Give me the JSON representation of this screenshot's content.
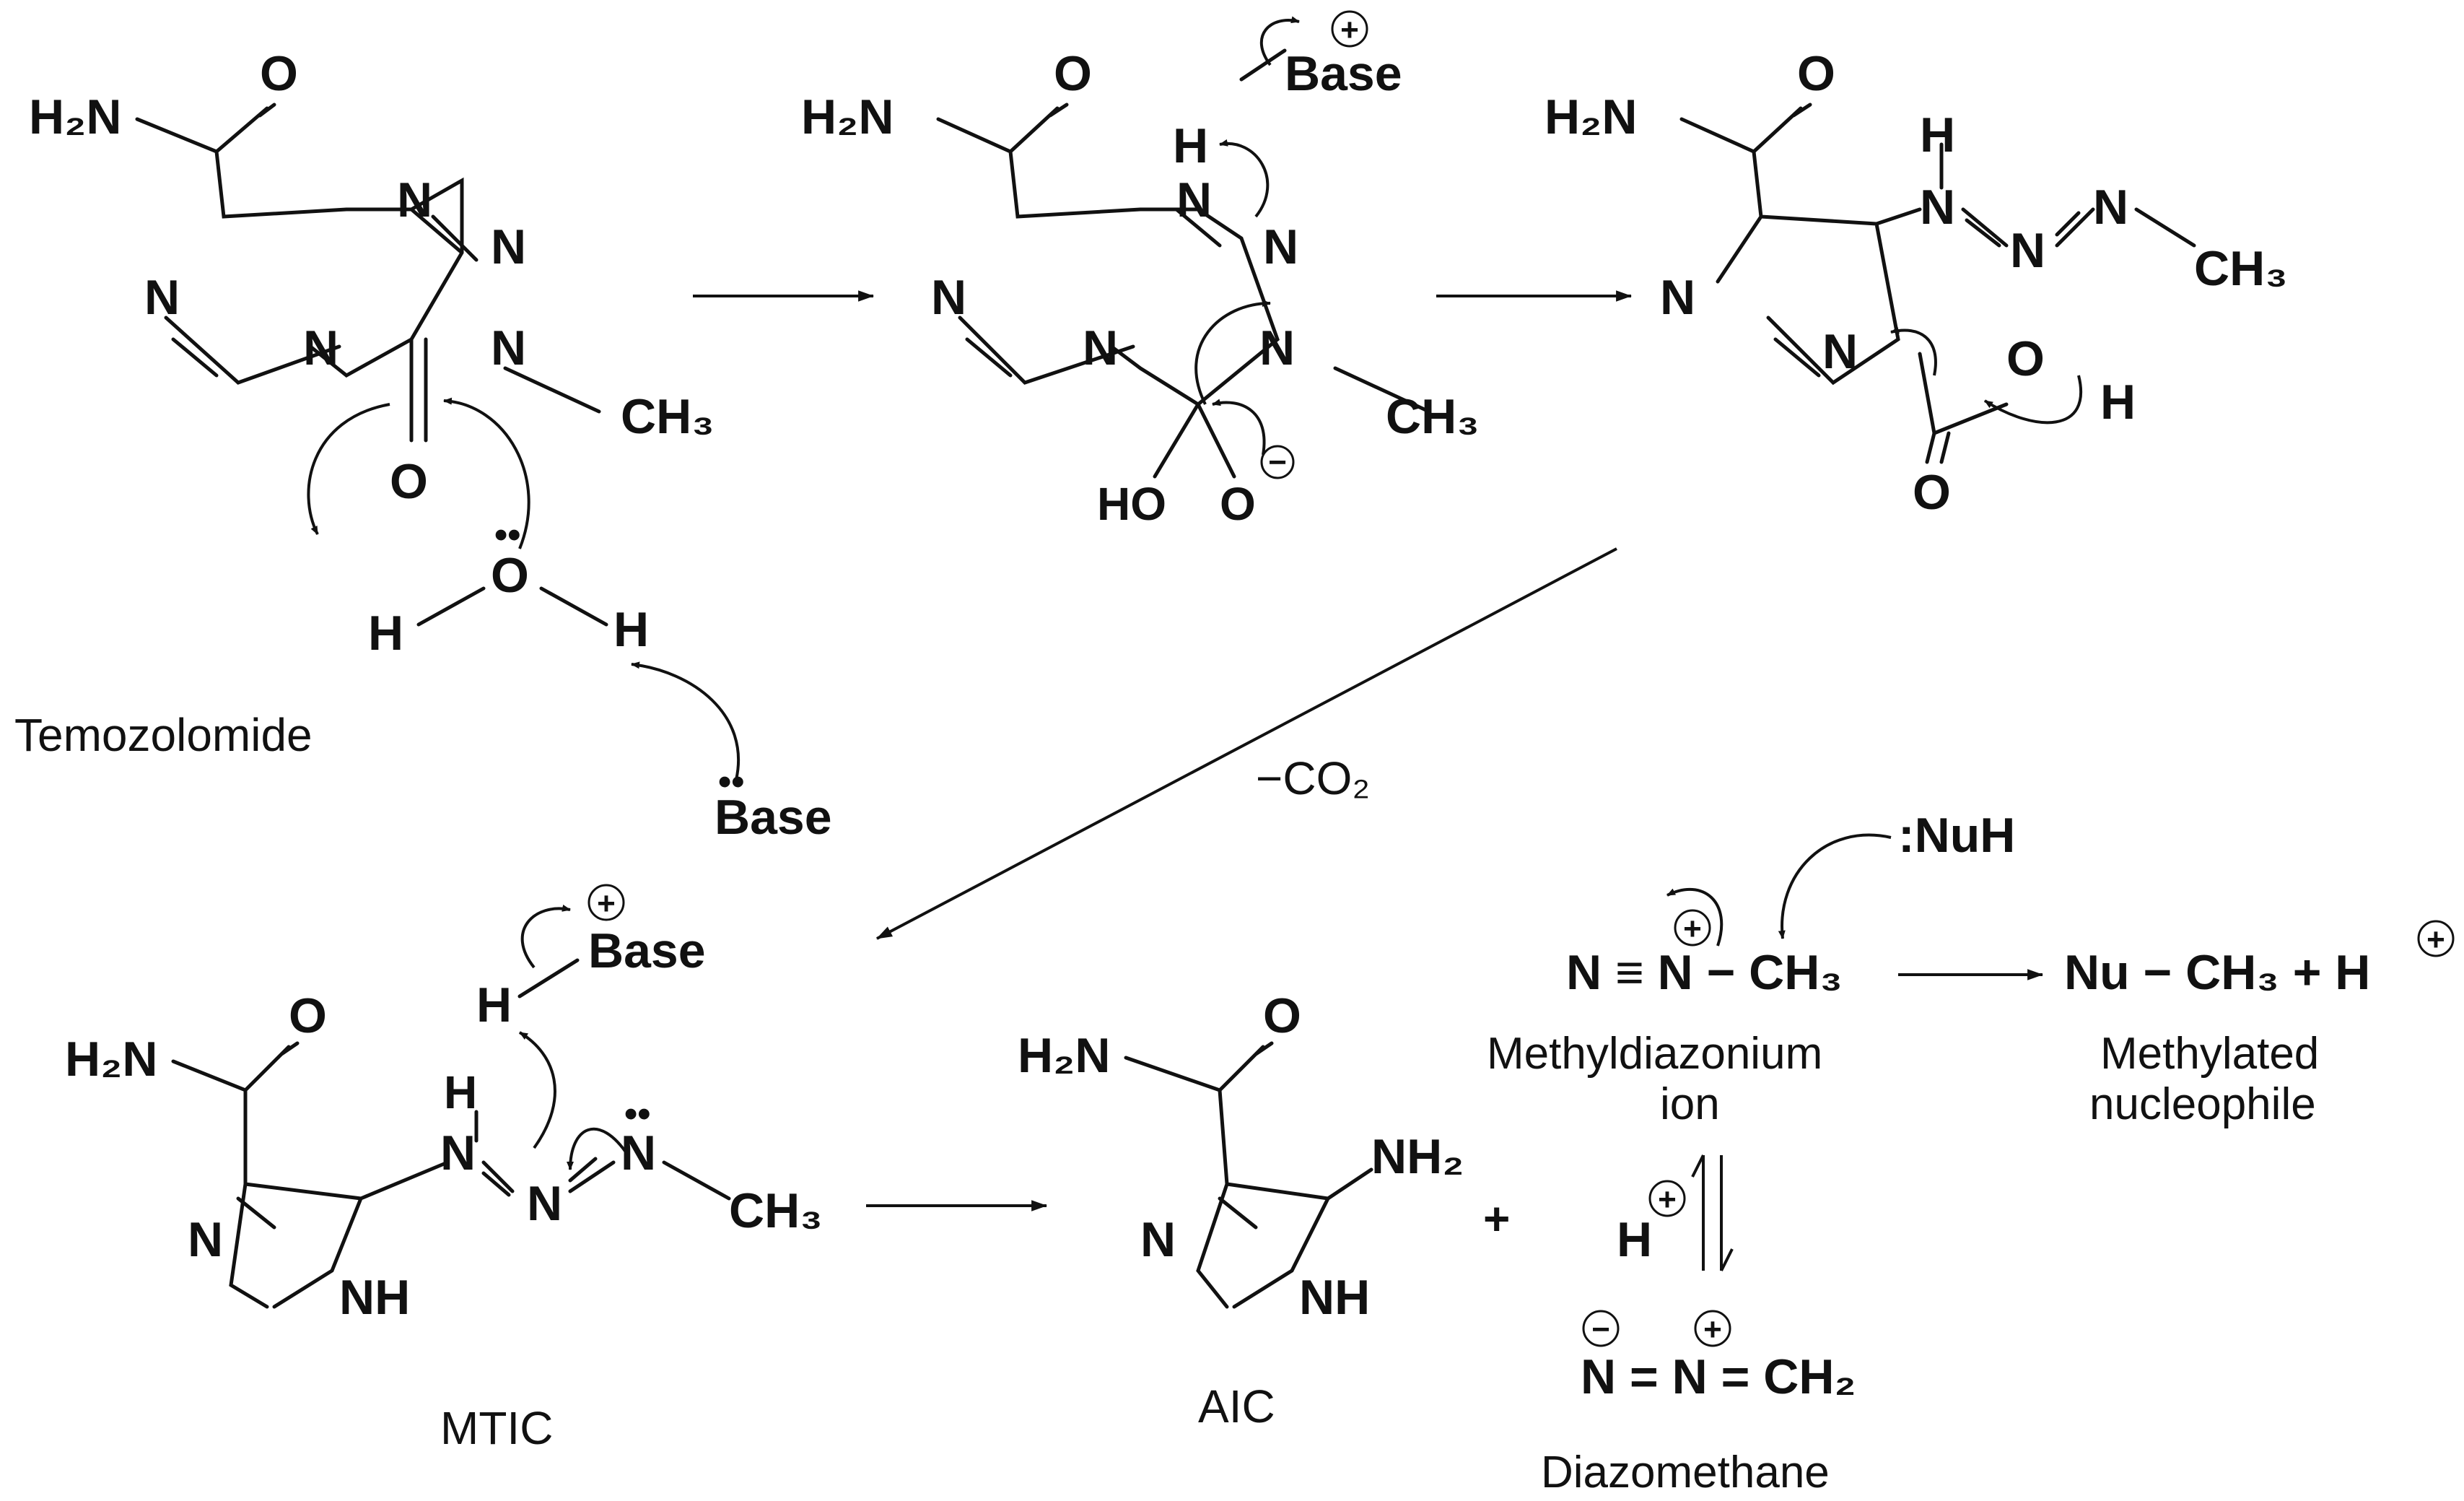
{
  "atoms": {
    "h2n": "H₂N",
    "o": "O",
    "n": "N",
    "ch3": "CH₃",
    "h": "H",
    "ho": "HO",
    "nh": "NH",
    "nh2": "NH₂",
    "base": "Base",
    "plus": "+",
    "minus": "−",
    "lone_pair": "••"
  },
  "labels": {
    "temozolomide": "Temozolomide",
    "mtic": "MTIC",
    "aic": "AIC",
    "methyldiazonium_line1": "Methyldiazonium",
    "methyldiazonium_line2": "ion",
    "methylated_line1": "Methylated",
    "methylated_line2": "nucleophile",
    "diazomethane": "Diazomethane"
  },
  "equations": {
    "co2_loss": "−CO₂",
    "nuh": ":NuH",
    "methyldiazonium": "N ≡ N − CH₃",
    "methylated_product": "Nu − CH₃ + H",
    "diazomethane": "N = N = CH₂",
    "aic_plus": "+"
  }
}
